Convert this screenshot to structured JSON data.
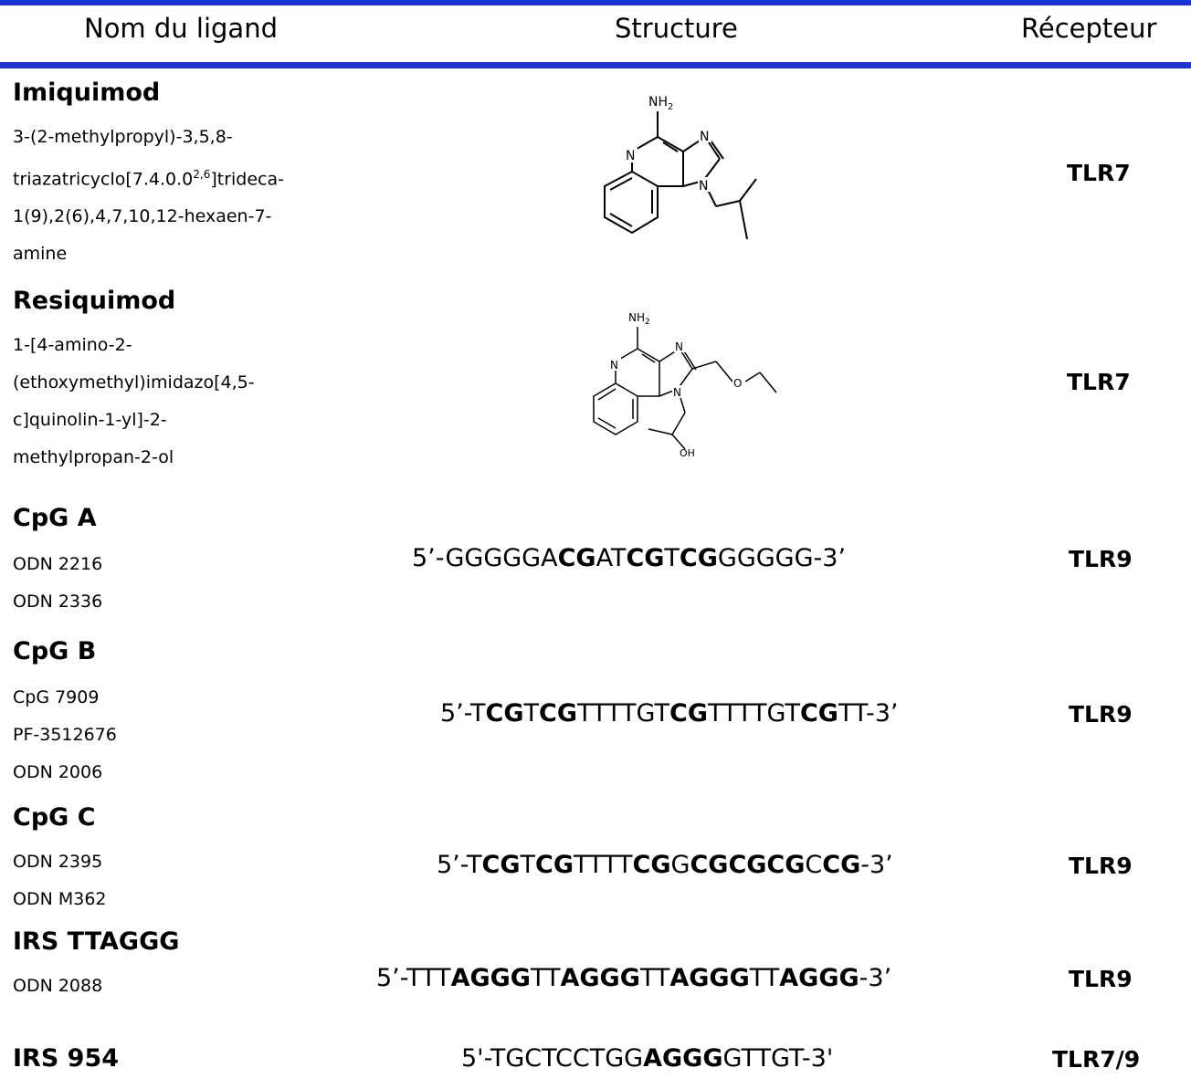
{
  "header": {
    "col_name": "Nom du ligand",
    "col_structure": "Structure",
    "col_receptor": "Récepteur"
  },
  "colors": {
    "rule": "#1a35d6"
  },
  "rows": [
    {
      "name": "Imiquimod",
      "sub": [
        "3-(2-methylpropyl)-3,5,8-",
        "triazatricyclo[7.4.0.0",
        "]trideca-",
        "1(9),2(6),4,7,10,12-hexaen-7-",
        "amine"
      ],
      "sup": "2,6",
      "receptor": "TLR7",
      "atoms": {
        "nh2": "NH",
        "sub2": "2",
        "n": "N"
      }
    },
    {
      "name": "Resiquimod",
      "sub": [
        "1-[4-amino-2-",
        "(ethoxymethyl)imidazo[4,5-",
        "c]quinolin-1-yl]-2-",
        "methylpropan-2-ol"
      ],
      "receptor": "TLR7",
      "atoms": {
        "nh2": "NH",
        "sub2": "2",
        "n": "N",
        "o": "O",
        "oh": "OH"
      }
    },
    {
      "name": "CpG A",
      "sub": [
        "ODN 2216",
        "ODN 2336"
      ],
      "seq": [
        [
          "5’-GGGGGA",
          false
        ],
        [
          "CG",
          true
        ],
        [
          "AT",
          false
        ],
        [
          "CG",
          true
        ],
        [
          "T",
          false
        ],
        [
          "CG",
          true
        ],
        [
          "GGGGG-3’",
          false
        ]
      ],
      "receptor": "TLR9"
    },
    {
      "name": "CpG B",
      "sub": [
        "CpG 7909",
        "PF-3512676",
        "ODN 2006"
      ],
      "seq": [
        [
          "5’-T",
          false
        ],
        [
          "CG",
          true
        ],
        [
          "T",
          false
        ],
        [
          "CG",
          true
        ],
        [
          "TTTTGT",
          false
        ],
        [
          "CG",
          true
        ],
        [
          "TTTTGT",
          false
        ],
        [
          "CG",
          true
        ],
        [
          "TT-3’",
          false
        ]
      ],
      "receptor": "TLR9"
    },
    {
      "name": "CpG C",
      "sub": [
        "ODN 2395",
        "ODN M362"
      ],
      "seq": [
        [
          "5’-T",
          false
        ],
        [
          "CG",
          true
        ],
        [
          "T",
          false
        ],
        [
          "CG",
          true
        ],
        [
          "TTTT",
          false
        ],
        [
          "CG",
          true
        ],
        [
          "G",
          false
        ],
        [
          "CGCGCG",
          true
        ],
        [
          "C",
          false
        ],
        [
          "CG",
          true
        ],
        [
          "-3’",
          false
        ]
      ],
      "receptor": "TLR9"
    },
    {
      "name": "IRS TTAGGG",
      "sub": [
        "ODN 2088"
      ],
      "seq": [
        [
          "5’-TTT",
          false
        ],
        [
          "AGGG",
          true
        ],
        [
          "TT",
          false
        ],
        [
          "AGGG",
          true
        ],
        [
          "TT",
          false
        ],
        [
          "AGGG",
          true
        ],
        [
          "TT",
          false
        ],
        [
          "AGGG",
          true
        ],
        [
          "-3’",
          false
        ]
      ],
      "receptor": "TLR9"
    },
    {
      "name": "IRS 954",
      "sub": [],
      "seq": [
        [
          "5'-TGCTCCTGG",
          false
        ],
        [
          "AGGG",
          true
        ],
        [
          "GTTGT-3'",
          false
        ]
      ],
      "receptor": "TLR7/9"
    }
  ]
}
